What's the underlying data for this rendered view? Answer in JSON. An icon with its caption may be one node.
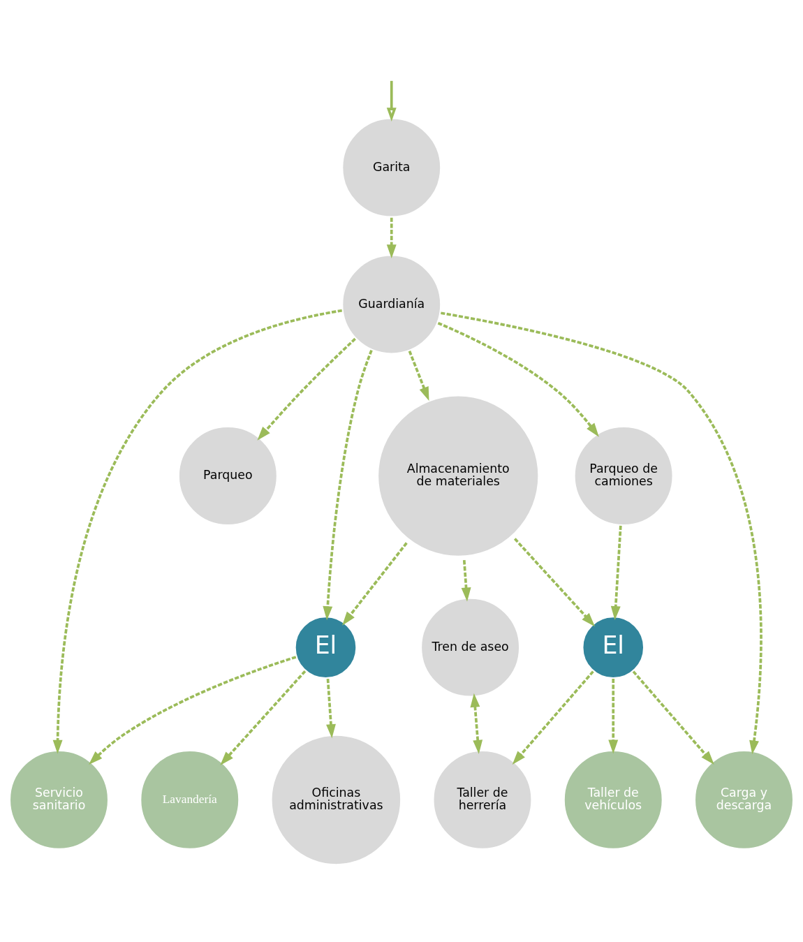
{
  "diagram": {
    "nodes": [
      {
        "text": [
          "Garita"
        ]
      },
      {
        "text": [
          "Guardianía"
        ]
      },
      {
        "text": [
          "Servicio sanitario"
        ]
      },
      {
        "text": [
          "Lavandería"
        ]
      },
      {
        "text": [
          "Oficinas administrativas"
        ]
      },
      {
        "text": [
          "Parqueo"
        ]
      },
      {
        "text": [
          "El"
        ]
      },
      {
        "text": [
          "Tren de aseo"
        ]
      },
      {
        "text": [
          "Almacenamiento de materiales"
        ]
      },
      {
        "text": [
          "Parqueo de camiones"
        ]
      },
      {
        "text": [
          "Carga y descarga"
        ]
      },
      {
        "text": [
          "Taller de herrería"
        ]
      },
      {
        "text": [
          "El"
        ]
      },
      {
        "text": [
          "Taller de vehículos"
        ]
      }
    ],
    "edges": [
      {
        "from": null,
        "to": 0,
        "arrow": "to"
      },
      {
        "from": 0,
        "to": 1,
        "arrow": "to",
        "style": "dashed"
      },
      {
        "from": 1,
        "to": 2,
        "arrow": "to",
        "style": "dashed"
      },
      {
        "from": 1,
        "to": 6,
        "arrow": "to",
        "style": "dashed"
      },
      {
        "from": 1,
        "to": 5,
        "arrow": "to",
        "style": "dashed"
      },
      {
        "from": 1,
        "to": 9,
        "arrow": "to",
        "style": "dashed"
      },
      {
        "from": 1,
        "to": 10,
        "arrow": "to",
        "style": "dashed"
      },
      {
        "from": 1,
        "to": 8,
        "arrow": "to",
        "style": "dashed"
      },
      {
        "from": 6,
        "to": 2,
        "arrow": "to",
        "style": "dashed"
      },
      {
        "from": 6,
        "to": 3,
        "arrow": "to",
        "style": "dashed"
      },
      {
        "from": 6,
        "to": 4,
        "arrow": "to",
        "style": "dashed"
      },
      {
        "from": 8,
        "to": 6,
        "arrow": "to",
        "style": "dashed"
      },
      {
        "from": 8,
        "to": 7,
        "arrow": "to",
        "style": "dashed"
      },
      {
        "from": 7,
        "to": 11,
        "arrow": "both",
        "style": "dashed"
      },
      {
        "from": 8,
        "to": 12,
        "arrow": "to",
        "style": "dashed"
      },
      {
        "from": 9,
        "to": 12,
        "arrow": "to",
        "style": "dashed"
      },
      {
        "from": 12,
        "to": 10,
        "arrow": "to",
        "style": "dashed"
      },
      {
        "from": 12,
        "to": 11,
        "arrow": "to",
        "style": "dashed"
      },
      {
        "from": 12,
        "to": 13,
        "arrow": "to",
        "style": "dashed"
      }
    ]
  }
}
